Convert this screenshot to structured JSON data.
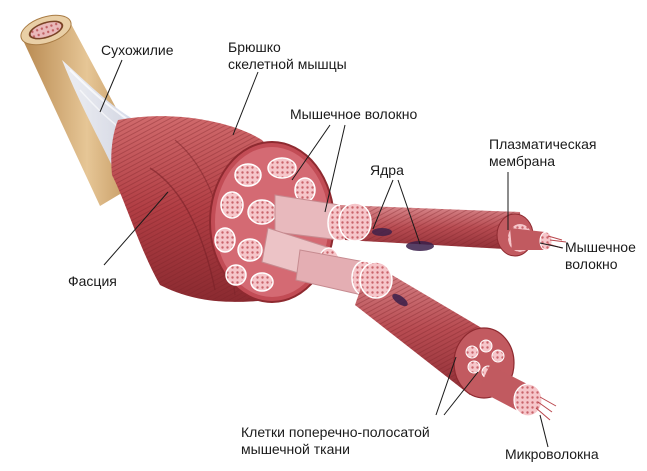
{
  "labels": {
    "tendon": "Сухожилие",
    "belly": [
      "Брюшко",
      "скелетной мышцы"
    ],
    "muscle_fiber_top": "Мышечное волокно",
    "nuclei": "Ядра",
    "plasma_membrane": [
      "Плазматическая",
      "мембрана"
    ],
    "muscle_fiber_right": [
      "Мышечное",
      "волокно"
    ],
    "fascia": "Фасция",
    "striated_cells": [
      "Клетки поперечно-полосатой",
      "мышечной ткани"
    ],
    "microfibers": "Микроволокна"
  },
  "colors": {
    "bone": "#d9b483",
    "tendon": "#cfd6e6",
    "muscle": "#b8454a",
    "muscle_dark": "#8e2a30",
    "fiber_section": "#f2b3b8",
    "nucleus": "#3a1f4a",
    "leader_line": "#1a1a1a"
  }
}
